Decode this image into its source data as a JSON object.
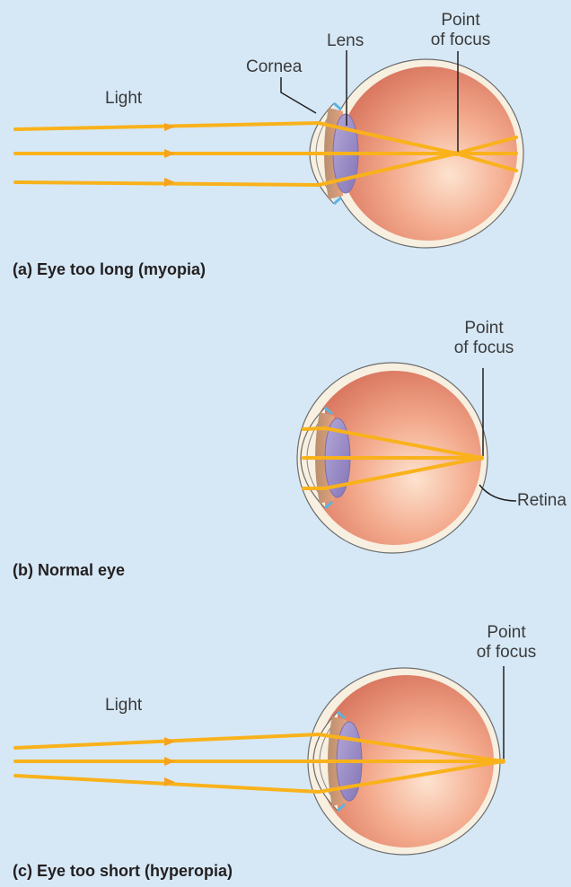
{
  "panels": [
    {
      "caption": "(a) Eye too long (myopia)",
      "light_label": "Light",
      "lens_label": "Lens",
      "cornea_label": "Cornea",
      "focus_label": [
        "Point",
        "of focus"
      ]
    },
    {
      "caption": "(b) Normal eye",
      "focus_label": [
        "Point",
        "of focus"
      ],
      "retina_label": "Retina"
    },
    {
      "caption": "(c) Eye too short (hyperopia)",
      "light_label": "Light",
      "focus_label": [
        "Point",
        "of focus"
      ]
    }
  ],
  "colors": {
    "background": "#d6e8f6",
    "light_ray": "#f9b21b",
    "eyeball": "#e58a72",
    "lens": "#9c8fc4",
    "sclera": "#f7efe0",
    "leader_line": "#231f20"
  }
}
